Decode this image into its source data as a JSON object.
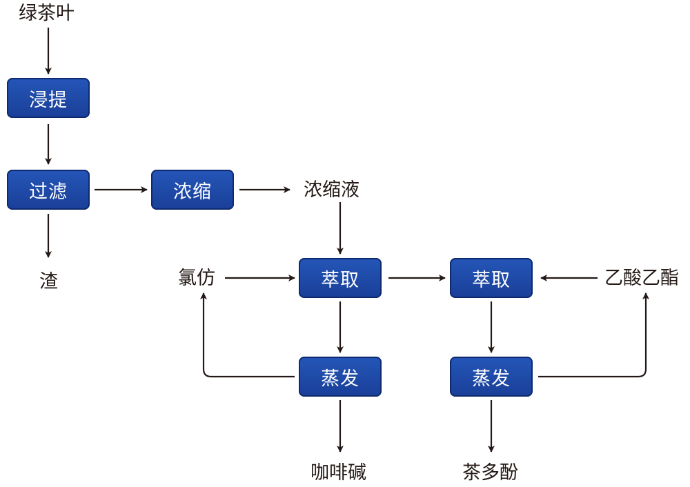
{
  "colors": {
    "box_fill": "#1a3f98",
    "box_text": "#ffffff",
    "line": "#231815",
    "text": "#231815"
  },
  "nodes": {
    "green_tea": "绿茶叶",
    "leach": "浸提",
    "filter": "过滤",
    "residue": "渣",
    "concentrate": "浓缩",
    "concentrate_liquid": "浓缩液",
    "chloroform": "氯仿",
    "extract_1": "萃取",
    "extract_2": "萃取",
    "ethyl_acetate": "乙酸乙酯",
    "evaporate_1": "蒸发",
    "evaporate_2": "蒸发",
    "caffeine": "咖啡碱",
    "tea_polyphenol": "茶多酚"
  }
}
